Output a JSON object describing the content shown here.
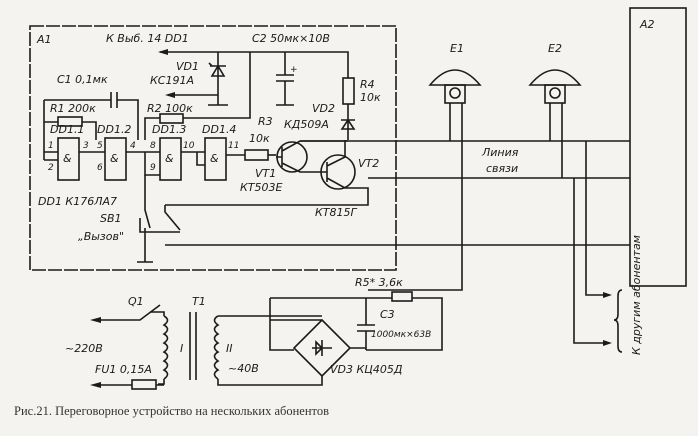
{
  "figure": {
    "caption": "Рис.21. Переговорное устройство на нескольких абонентов",
    "blocks": {
      "a1": "A1",
      "a2": "A2"
    },
    "labels": {
      "to_pin14": "К Выб. 14 DD1",
      "c2": "C2 50мк×10В",
      "vd1": "VD1",
      "vd1_type": "КС191А",
      "c1": "C1 0,1мк",
      "r1": "R1 200к",
      "r2": "R2 100к",
      "r3": "R3",
      "r3_val": "10к",
      "r4": "R4",
      "r4_val": "10к",
      "vd2": "VD2",
      "vd2_type": "КД509А",
      "dd11": "DD1.1",
      "dd12": "DD1.2",
      "dd13": "DD1.3",
      "dd14": "DD1.4",
      "and_symbol": "&",
      "dd1": "DD1 К176ЛА7",
      "vt1": "VT1",
      "vt1_type": "КТ503Е",
      "vt2": "VT2",
      "vt2_type": "КТ815Г",
      "sb1": "SB1",
      "sb1_name": "„Вызов\"",
      "line1": "Линия",
      "line2": "связи",
      "e1": "E1",
      "e2": "E2",
      "q1": "Q1",
      "t1": "T1",
      "mains": "~220В",
      "fu1": "FU1 0,15А",
      "winding1": "I",
      "winding2": "II",
      "secondary": "~40В",
      "vd3": "VD3 КЦ405Д",
      "r5": "R5* 3,6к",
      "c3": "C3",
      "c3_val": "1000мк×63В",
      "others": "К другим абонентам",
      "pins": [
        "1",
        "2",
        "3",
        "5",
        "6",
        "4",
        "8",
        "9",
        "10",
        "11"
      ]
    }
  }
}
